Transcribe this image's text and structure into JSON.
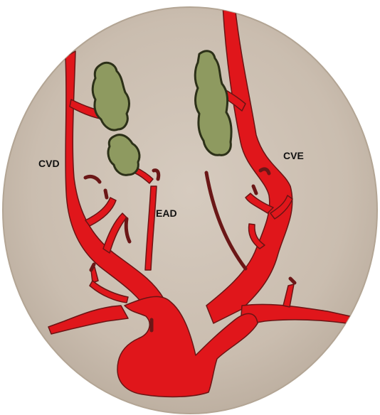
{
  "colors": {
    "background": "#ffffff",
    "disc": "#cdc1b4",
    "disc_edge": "#b6a898",
    "vessel": "#e0161b",
    "vessel_outline": "#6a1414",
    "gland": "#8e9a60",
    "gland_outline": "#2c3018",
    "stub": "#6b1717"
  },
  "labels": {
    "cvd": "CVD",
    "cve": "CVE",
    "ead": "EAD"
  },
  "icons": {
    "gland": "lymph-node-cluster-icon"
  }
}
